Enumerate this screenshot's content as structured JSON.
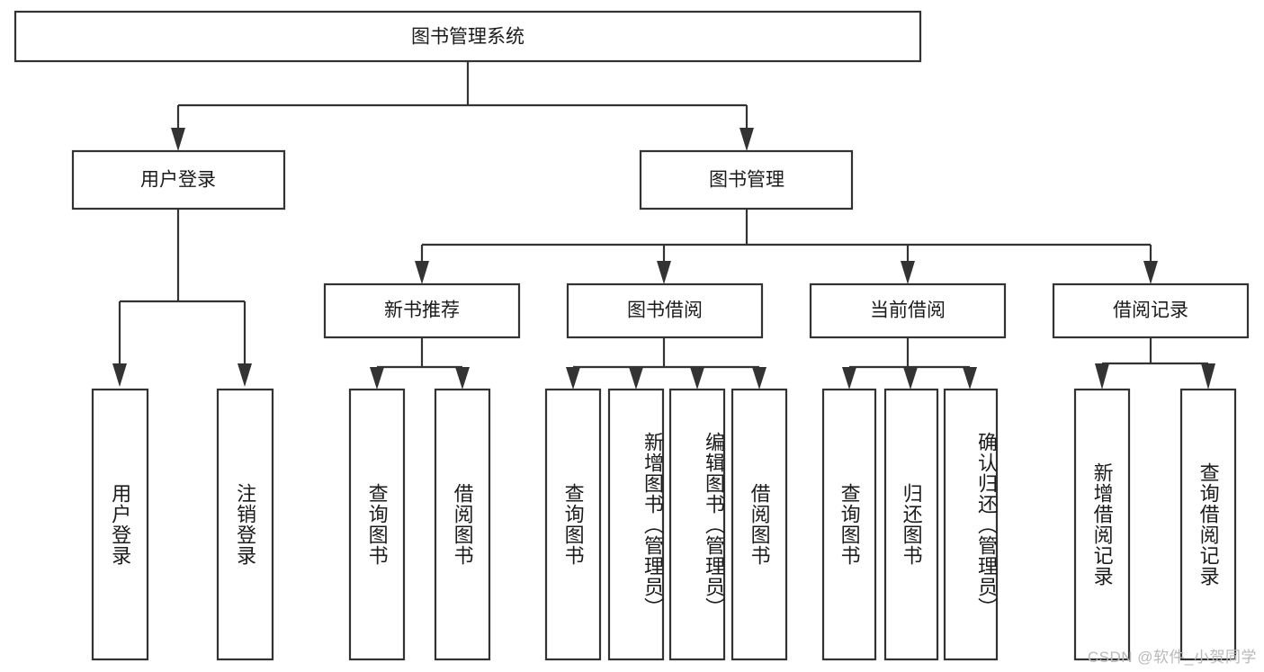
{
  "diagram": {
    "title": "图书管理系统",
    "type": "hierarchy-tree",
    "orientation": "top-down",
    "levels": 4,
    "colors": {
      "box_fill": "#ffffff",
      "box_stroke": "#333333",
      "connector": "#333333",
      "text": "#1b1b1b",
      "background": "#ffffff",
      "watermark": "#b9b9b9"
    },
    "root": {
      "label": "图书管理系统",
      "name": "root-node"
    },
    "level2": [
      {
        "label": "用户登录",
        "name": "node-user-login"
      },
      {
        "label": "图书管理",
        "name": "node-book-management"
      }
    ],
    "level3": [
      {
        "label": "新书推荐",
        "name": "node-new-book-recommend"
      },
      {
        "label": "图书借阅",
        "name": "node-book-borrow"
      },
      {
        "label": "当前借阅",
        "name": "node-current-borrow"
      },
      {
        "label": "借阅记录",
        "name": "node-borrow-record"
      }
    ],
    "leaves": {
      "user_login": [
        {
          "label": "用户登录",
          "name": "leaf-user-login"
        },
        {
          "label": "注销登录",
          "name": "leaf-logout"
        }
      ],
      "new_book_recommend": [
        {
          "label": "查询图书",
          "name": "leaf-query-book-1"
        },
        {
          "label": "借阅图书",
          "name": "leaf-borrow-book-1"
        }
      ],
      "book_borrow": [
        {
          "label": "查询图书",
          "name": "leaf-query-book-2"
        },
        {
          "label": "新增图书（管理员）",
          "name": "leaf-add-book-admin"
        },
        {
          "label": "编辑图书（管理员）",
          "name": "leaf-edit-book-admin"
        },
        {
          "label": "借阅图书",
          "name": "leaf-borrow-book-2"
        }
      ],
      "current_borrow": [
        {
          "label": "查询图书",
          "name": "leaf-query-book-3"
        },
        {
          "label": "归还图书",
          "name": "leaf-return-book"
        },
        {
          "label": "确认归还（管理员）",
          "name": "leaf-confirm-return-admin"
        }
      ],
      "borrow_record": [
        {
          "label": "新增借阅记录",
          "name": "leaf-add-borrow-record"
        },
        {
          "label": "查询借阅记录",
          "name": "leaf-query-borrow-record"
        }
      ]
    },
    "watermark": "CSDN @软件_小贺同学"
  }
}
